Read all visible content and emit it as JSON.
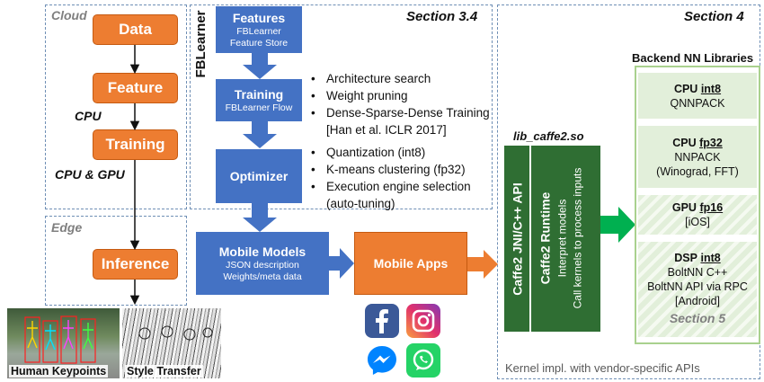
{
  "regions": {
    "cloud": "Cloud",
    "edge": "Edge",
    "fblearner": "FBLearner",
    "section34": "Section 3.4",
    "section4": "Section 4",
    "section5": "Section 5"
  },
  "pipeline": {
    "data": "Data",
    "feature": "Feature",
    "training": "Training",
    "inference": "Inference",
    "cpu": "CPU",
    "cpu_gpu": "CPU & GPU"
  },
  "fblearner": {
    "features_title": "Features",
    "features_sub1": "FBLearner",
    "features_sub2": "Feature Store",
    "training_title": "Training",
    "training_sub": "FBLearner Flow",
    "optimizer_title": "Optimizer"
  },
  "bullets_training": [
    "Architecture search",
    "Weight pruning",
    "Dense-Sparse-Dense Training",
    "[Han et al. ICLR 2017]"
  ],
  "bullets_optimizer": [
    "Quantization (int8)",
    "K-means clustering (fp32)",
    "Execution engine selection",
    "(auto-tuning)"
  ],
  "mobile_models": {
    "title": "Mobile Models",
    "sub1": "JSON description",
    "sub2": "Weights/meta data"
  },
  "mobile_apps": "Mobile Apps",
  "lib": {
    "name": "lib_caffe2.so",
    "api": "Caffe2 JNI/C++ API",
    "runtime": "Caffe2 Runtime",
    "runtime_sub1": "Interpret models",
    "runtime_sub2": "Call kernels to process inputs"
  },
  "backend": {
    "title": "Backend NN Libraries",
    "cpu_int8_hw": "CPU",
    "cpu_int8_prec": "int8",
    "cpu_int8_lib": "QNNPACK",
    "cpu_fp32_hw": "CPU",
    "cpu_fp32_prec": "fp32",
    "cpu_fp32_lib": "NNPACK",
    "cpu_fp32_note": "(Winograd, FFT)",
    "gpu_hw": "GPU",
    "gpu_prec": "fp16",
    "gpu_lib": "[iOS]",
    "dsp_hw": "DSP",
    "dsp_prec": "int8",
    "dsp_lib1": "BoltNN C++",
    "dsp_lib2": "BoltNN API via RPC",
    "dsp_lib3": "[Android]"
  },
  "footer": "Kernel impl. with vendor-specific APIs",
  "images": {
    "keypoints": "Human Keypoints",
    "style": "Style Transfer"
  },
  "app_icons": [
    "facebook-icon",
    "instagram-icon",
    "messenger-icon",
    "whatsapp-icon"
  ],
  "colors": {
    "orange": "#ed7d31",
    "blue": "#4472c4",
    "dark_green": "#2f6e33",
    "light_green": "#e2efda",
    "arrow_green": "#00b050"
  }
}
